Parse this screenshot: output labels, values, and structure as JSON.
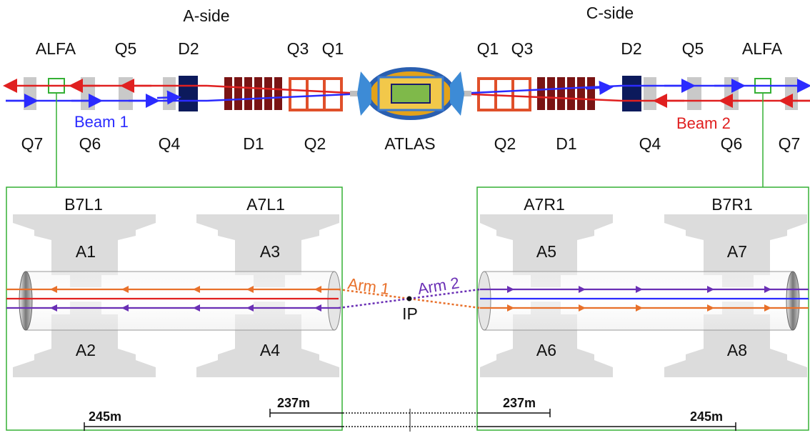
{
  "sides": {
    "a": "A-side",
    "c": "C-side"
  },
  "top_labels": {
    "alfa_left": "ALFA",
    "q5_left": "Q5",
    "d2_left": "D2",
    "q3_left": "Q3",
    "q1_left": "Q1",
    "q1_right": "Q1",
    "q3_right": "Q3",
    "d2_right": "D2",
    "q5_right": "Q5",
    "alfa_right": "ALFA"
  },
  "bottom_labels": {
    "q7_left": "Q7",
    "q6_left": "Q6",
    "q4_left": "Q4",
    "d1_left": "D1",
    "q2_left": "Q2",
    "atlas": "ATLAS",
    "q2_right": "Q2",
    "d1_right": "D1",
    "q4_right": "Q4",
    "q6_right": "Q6",
    "q7_right": "Q7"
  },
  "beams": {
    "beam1": "Beam 1",
    "beam2": "Beam 2"
  },
  "stations": {
    "b7l1": "B7L1",
    "a7l1": "A7L1",
    "a7r1": "A7R1",
    "b7r1": "B7R1"
  },
  "detectors": {
    "a1": "A1",
    "a2": "A2",
    "a3": "A3",
    "a4": "A4",
    "a5": "A5",
    "a6": "A6",
    "a7": "A7",
    "a8": "A8"
  },
  "arms": {
    "arm1": "Arm 1",
    "arm2": "Arm 2"
  },
  "ip": "IP",
  "distances": {
    "d237_left": "237m",
    "d245_left": "245m",
    "d237_right": "237m",
    "d245_right": "245m"
  },
  "colors": {
    "beam1": "#2b2bff",
    "beam2": "#e02020",
    "arm1": "#e8702a",
    "arm2": "#6a2fb5",
    "box_outline": "#35b035",
    "quad": "#c9c9c9",
    "dipole_dark": "#7a1414",
    "d2": "#0c1a5c",
    "inner_triplet": "#e0502a",
    "pot": "#dcdcdc"
  }
}
